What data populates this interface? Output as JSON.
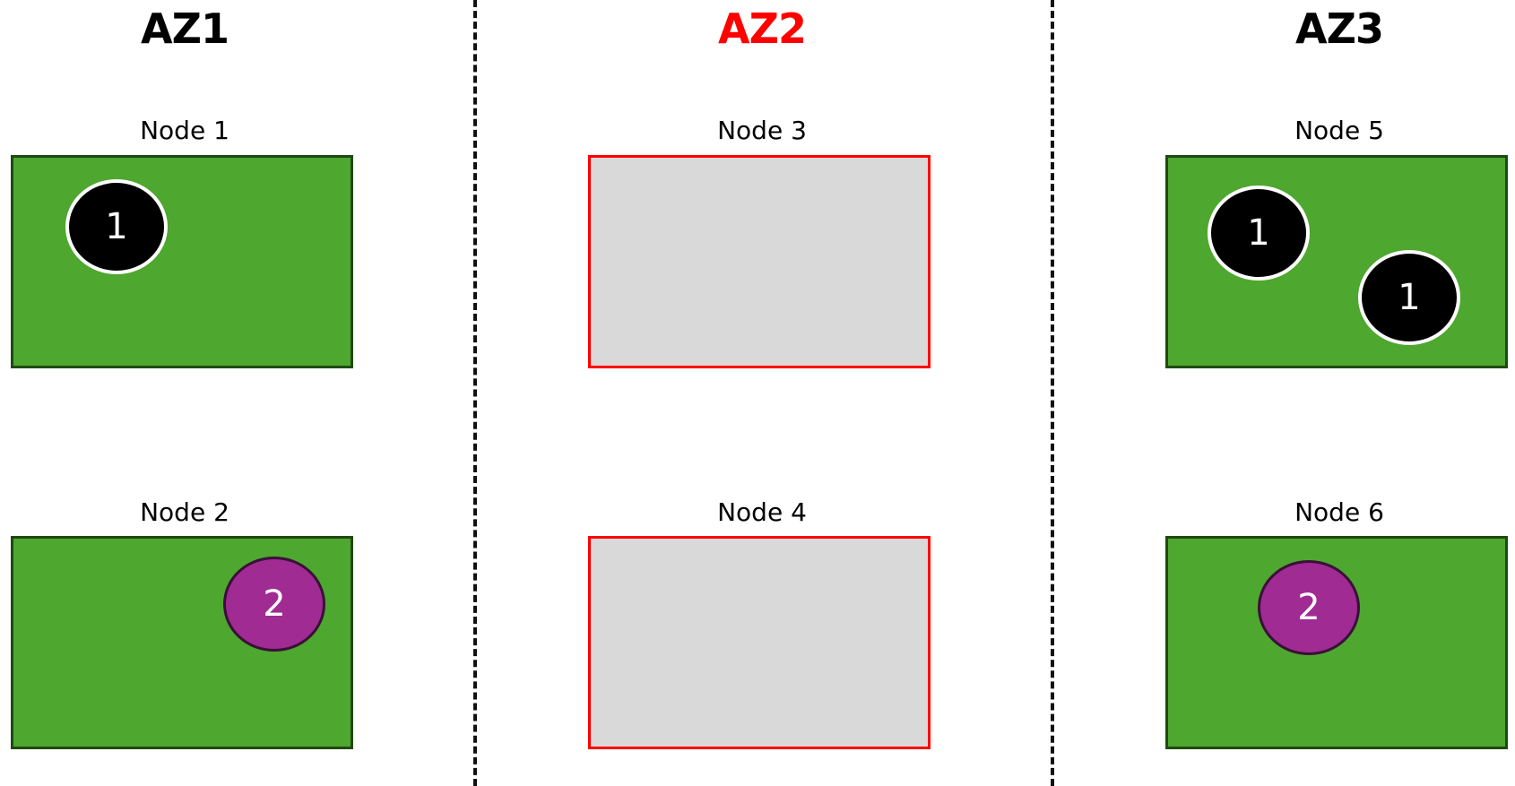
{
  "zones": [
    {
      "title": "AZ1",
      "color": "#000000"
    },
    {
      "title": "AZ2",
      "color": "#ff0000"
    },
    {
      "title": "AZ3",
      "color": "#000000"
    }
  ],
  "nodes": [
    {
      "label": "Node 1",
      "status": "healthy",
      "pods": [
        "1"
      ]
    },
    {
      "label": "Node 2",
      "status": "healthy",
      "pods": [
        "2"
      ]
    },
    {
      "label": "Node 3",
      "status": "failed",
      "pods": []
    },
    {
      "label": "Node 4",
      "status": "failed",
      "pods": []
    },
    {
      "label": "Node 5",
      "status": "healthy",
      "pods": [
        "1",
        "1"
      ]
    },
    {
      "label": "Node 6",
      "status": "healthy",
      "pods": [
        "2"
      ]
    }
  ],
  "colors": {
    "healthy_fill": "#4ea72e",
    "healthy_border": "#1f4a12",
    "failed_fill": "#d9d9d9",
    "failed_border": "#ff0000",
    "pod_1_fill": "#000000",
    "pod_2_fill": "#a02b93",
    "divider": "#111111"
  }
}
